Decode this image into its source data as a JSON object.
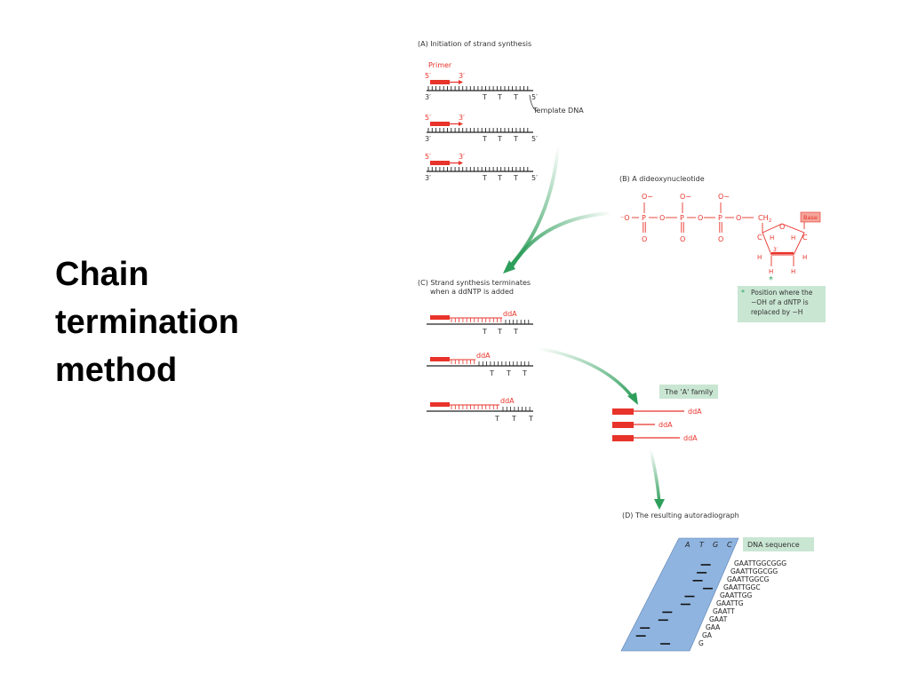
{
  "slide": {
    "title_lines": [
      "Chain",
      "termination",
      "method"
    ]
  },
  "panel_a": {
    "title": "(A) Initiation of strand synthesis",
    "primer_label": "Primer",
    "five_prime": "5′",
    "three_prime": "3′",
    "template_label": "Template DNA",
    "template_bases": "T",
    "row_count_label": "3"
  },
  "panel_b": {
    "title": "(B) A dideoxynucleotide",
    "o_minus": "O",
    "minus": "−",
    "o": "O",
    "p": "P",
    "ch2": "CH",
    "ch2_sub": "2",
    "c": "C",
    "h": "H",
    "base": "Base",
    "position_3": "3′",
    "asterisk": "*",
    "note": [
      "Position where the",
      "−OH of a dNTP is",
      "replaced by −H"
    ]
  },
  "panel_c": {
    "title": [
      "(C) Strand synthesis terminates",
      "when a ddNTP is added"
    ],
    "dda": "ddA",
    "t": "T"
  },
  "family": {
    "label": "The 'A' family",
    "dda": "ddA"
  },
  "panel_d": {
    "title": "(D) The resulting autoradiograph",
    "lanes": [
      "A",
      "T",
      "G",
      "C"
    ],
    "seq_label": "DNA sequence",
    "sequences": [
      "GAATTGGCGGG",
      "GAATTGGCGG",
      "GAATTGGCG",
      "GAATTGGC",
      "GAATTGG",
      "GAATTG",
      "GAATT",
      "GAAT",
      "GAA",
      "GA",
      "G"
    ]
  },
  "colors": {
    "red": "#e8332a",
    "green": "#2e9e5b",
    "note_bg": "#c9e6d2",
    "gel": "#8fb4e0"
  }
}
